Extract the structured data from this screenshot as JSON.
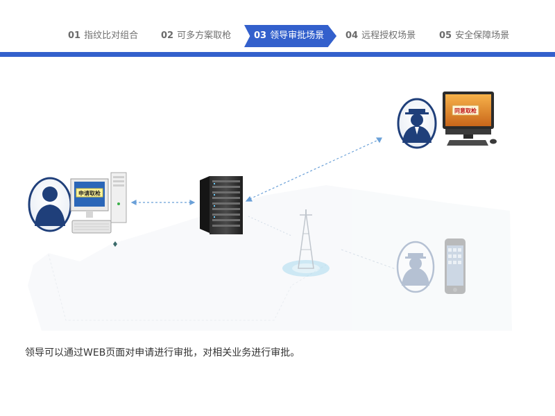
{
  "tabs": [
    {
      "num": "01",
      "label": "指纹比对组合",
      "active": false
    },
    {
      "num": "02",
      "label": "可多方案取枪",
      "active": false
    },
    {
      "num": "03",
      "label": "领导审批场景",
      "active": true
    },
    {
      "num": "04",
      "label": "远程授权场景",
      "active": false
    },
    {
      "num": "05",
      "label": "安全保障场景",
      "active": false
    }
  ],
  "diagram": {
    "applicant_screen_label": "申请取枪",
    "leader_screen_label": "同意取枪"
  },
  "caption": "领导可以通过WEB页面对申请进行审批，对相关业务进行审批。",
  "colors": {
    "accent": "#3360cc",
    "avatar_blue": "#1f3f7a",
    "link_dashed": "#6aa0d8"
  }
}
